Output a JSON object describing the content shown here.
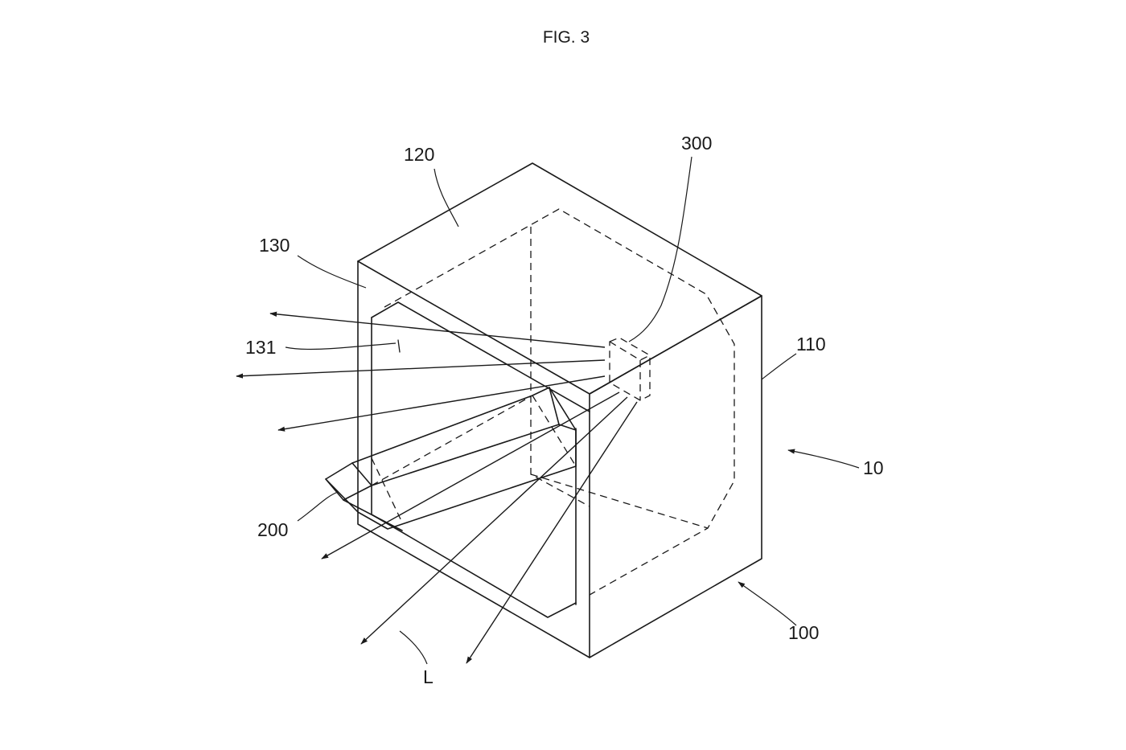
{
  "figure": {
    "title": "FIG. 3",
    "labels": {
      "l10": "10",
      "l100": "100",
      "l110": "110",
      "l120": "120",
      "l130": "130",
      "l131": "131",
      "l200": "200",
      "l300": "300",
      "lL": "L"
    }
  }
}
